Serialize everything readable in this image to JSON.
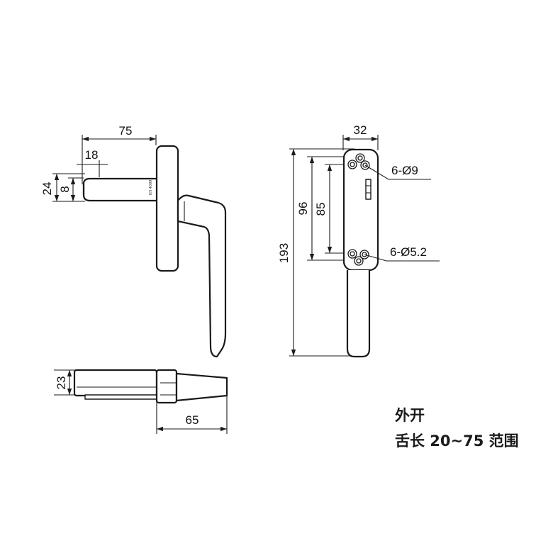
{
  "dimensions": {
    "side_width": "75",
    "tongue_offset": "18",
    "base_height": "24",
    "tongue_thickness": "8",
    "plate_width": "32",
    "total_length": "193",
    "hole_spacing_outer": "96",
    "hole_spacing_inner": "85",
    "big_holes": "6-Ø9",
    "small_holes": "6-Ø5.2",
    "top_height": "23",
    "top_length": "65"
  },
  "notes": {
    "line1": "外开",
    "line2": "舌长 20~75 范围"
  }
}
